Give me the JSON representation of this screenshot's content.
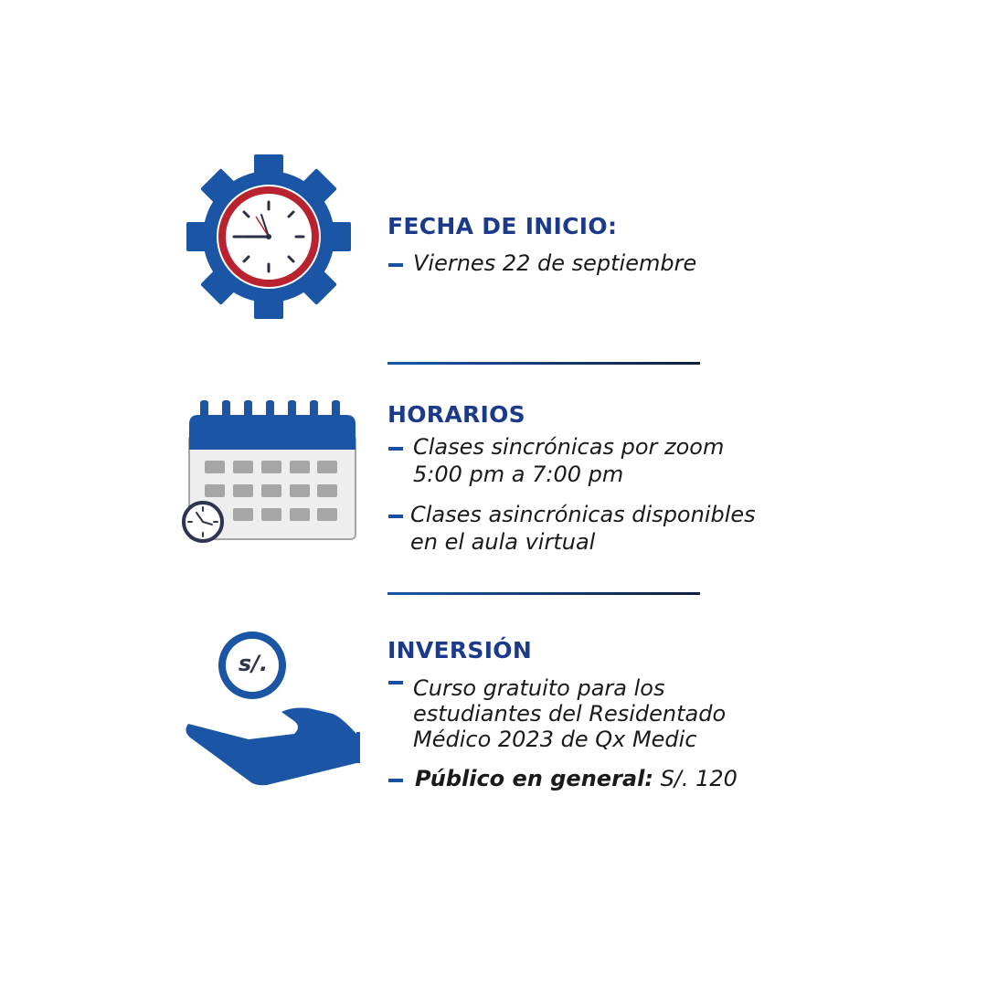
{
  "sections": {
    "start": {
      "title": "FECHA DE INICIO:",
      "items": [
        "Viernes 22 de septiembre"
      ]
    },
    "schedule": {
      "title": "HORARIOS",
      "items": [
        {
          "line1": "Clases sincrónicas por zoom",
          "line2": "5:00 pm a 7:00 pm"
        },
        {
          "line1": "Clases asincrónicas disponibles",
          "line2": "en el aula virtual"
        }
      ]
    },
    "investment": {
      "title": "INVERSIÓN",
      "item1": {
        "line1": "Curso gratuito para los",
        "line2": "estudiantes del Residentado",
        "line3": "Médico 2023 de Qx Medic"
      },
      "item2": {
        "label": "Público en general:",
        "value": "S/. 120"
      }
    }
  },
  "icons": {
    "start": "gear-clock-icon",
    "schedule": "calendar-clock-icon",
    "investment": "hand-coin-icon",
    "coin_text": "s/."
  },
  "colors": {
    "primary_blue": "#1b55a6",
    "heading_blue": "#1b3a8a",
    "clock_red": "#b8232f",
    "gray": "#a6a6a6"
  }
}
